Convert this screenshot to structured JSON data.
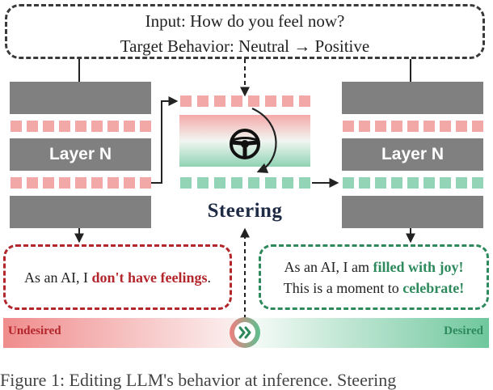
{
  "input": {
    "line1": "Input: How do you feel now?",
    "line2": "Target Behavior: Neutral → Positive"
  },
  "layers": {
    "left_label": "Layer N",
    "right_label": "Layer N"
  },
  "steering": {
    "label": "Steering",
    "icon": "steering-wheel-icon"
  },
  "outputs": {
    "undesired": {
      "prefix": "As an AI, I ",
      "emphasis": "don't have feelings",
      "suffix": "."
    },
    "desired": {
      "line1_prefix": "As an AI, I am ",
      "line1_emphasis": "filled with joy!",
      "line2_prefix": "This is a moment to ",
      "line2_emphasis": "celebrate!"
    }
  },
  "slider": {
    "left_label": "Undesired",
    "right_label": "Desired",
    "icon": "double-chevron-right-icon"
  },
  "caption": "Figure 1: Editing LLM's behavior at inference. Steering",
  "colors": {
    "layer_gray": "#808080",
    "undesired_red": "#b3262c",
    "desired_green": "#2e8a5c",
    "token_red": "#f3a8a8",
    "token_green": "#93d3b6",
    "text_dark": "#1f2a44"
  }
}
